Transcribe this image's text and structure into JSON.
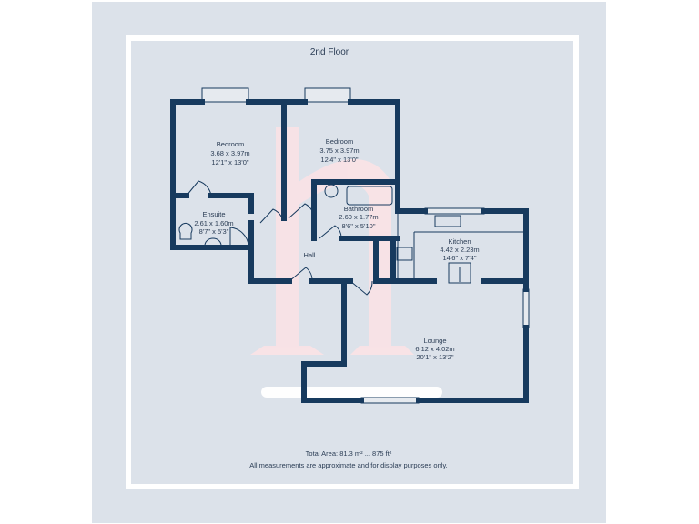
{
  "floor_title": "2nd Floor",
  "rooms": [
    {
      "name": "Bedroom",
      "metric": "3.68 x 3.97m",
      "imperial": "12'1\" x 13'0\""
    },
    {
      "name": "Bedroom",
      "metric": "3.75 x 3.97m",
      "imperial": "12'4\" x 13'0\""
    },
    {
      "name": "Ensuite",
      "metric": "2.61 x 1.60m",
      "imperial": "8'7\" x 5'3\""
    },
    {
      "name": "Bathroom",
      "metric": "2.60 x 1.77m",
      "imperial": "8'6\" x 5'10\""
    },
    {
      "name": "Kitchen",
      "metric": "4.42 x 2.23m",
      "imperial": "14'6\" x 7'4\""
    },
    {
      "name": "Hall"
    },
    {
      "name": "Lounge",
      "metric": "6.12 x 4.02m",
      "imperial": "20'1\" x 13'2\""
    }
  ],
  "footer": {
    "total_area": "Total Area: 81.3 m² ... 875 ft²",
    "disclaimer": "All measurements are approximate and for display purposes only."
  },
  "colors": {
    "wall": "#173a5e",
    "background": "#dce2ea",
    "watermark": "#fbe3e6"
  }
}
